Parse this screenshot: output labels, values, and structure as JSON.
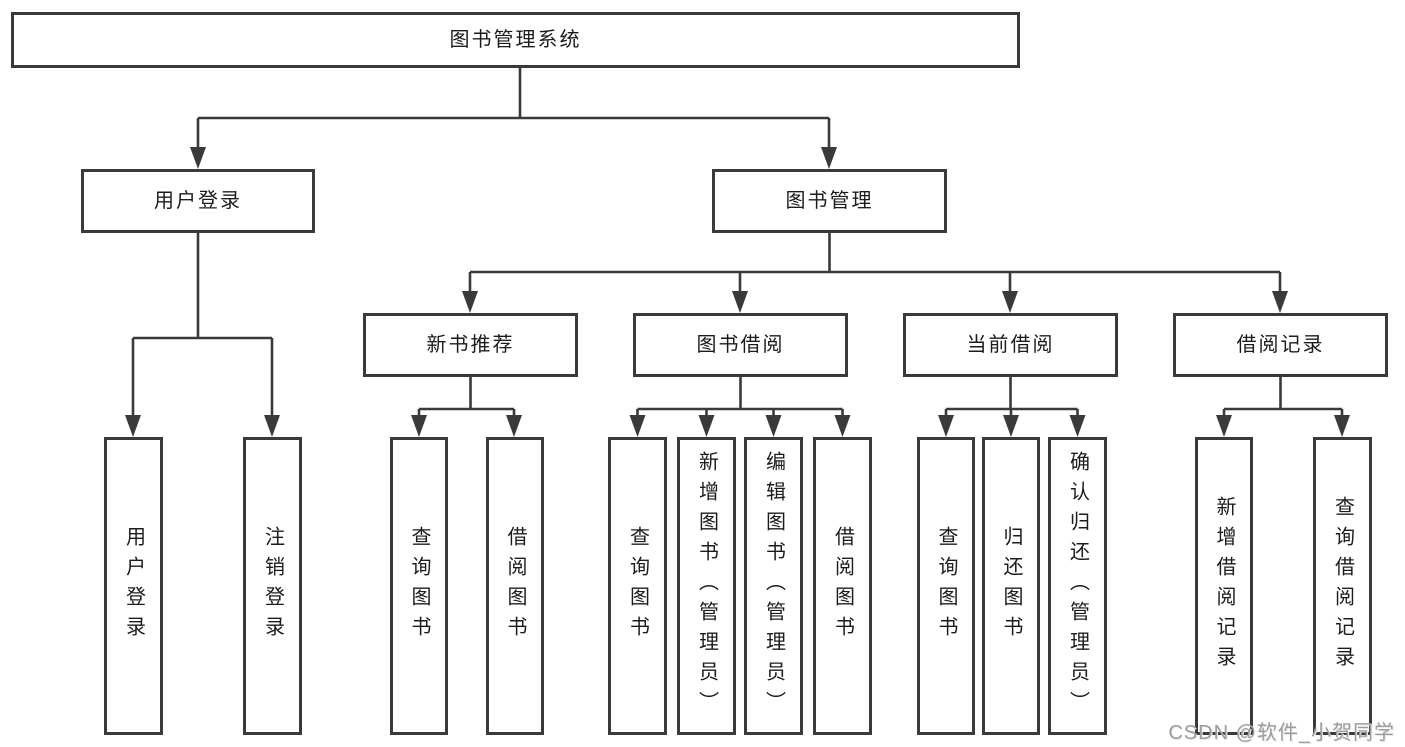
{
  "tree": {
    "root": {
      "label": "图书管理系统"
    },
    "branches": [
      {
        "label": "用户登录",
        "children": [
          {
            "label": "用户登录"
          },
          {
            "label": "注销登录"
          }
        ]
      },
      {
        "label": "图书管理",
        "children": [
          {
            "label": "新书推荐",
            "children": [
              {
                "label": "查询图书"
              },
              {
                "label": "借阅图书"
              }
            ]
          },
          {
            "label": "图书借阅",
            "children": [
              {
                "label": "查询图书"
              },
              {
                "label": "新增图书（管理员）"
              },
              {
                "label": "编辑图书（管理员）"
              },
              {
                "label": "借阅图书"
              }
            ]
          },
          {
            "label": "当前借阅",
            "children": [
              {
                "label": "查询图书"
              },
              {
                "label": "归还图书"
              },
              {
                "label": "确认归还（管理员）"
              }
            ]
          },
          {
            "label": "借阅记录",
            "children": [
              {
                "label": "新增借阅记录"
              },
              {
                "label": "查询借阅记录"
              }
            ]
          }
        ]
      }
    ]
  },
  "watermark": {
    "text": "CSDN @软件_小贺同学"
  },
  "colors": {
    "line": "#3a3a3a",
    "text": "#1c1c1c",
    "background": "#ffffff",
    "watermark": "#9c9c9c"
  }
}
